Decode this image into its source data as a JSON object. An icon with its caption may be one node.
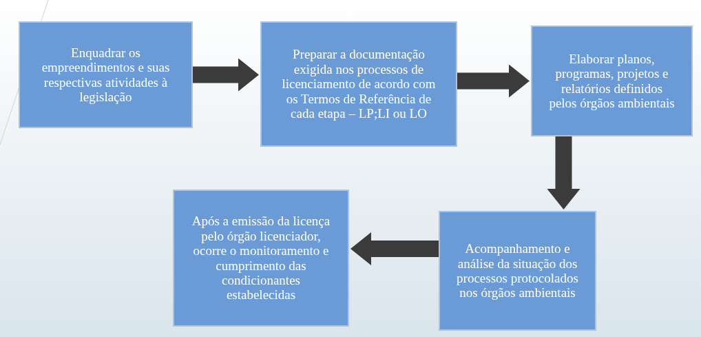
{
  "diagram": {
    "nodes": [
      {
        "text": [
          "Enquadrar os empreendimentos e suas respectivas atividades à legislação"
        ]
      },
      {
        "text": [
          "Preparar a documentação exigida nos processos de licenciamento de acordo com os Termos de Referência de cada etapa – LP;LI ou LO"
        ]
      },
      {
        "text": [
          "Elaborar planos, programas, projetos e relatórios definidos pelos órgãos ambientais"
        ]
      },
      {
        "text": [
          "Acompanhamento e análise da situação dos processos protocolados nos órgãos ambientais"
        ]
      },
      {
        "text": [
          "Após a emissão da licença pelo órgão licenciador, ocorre o monitoramento e cumprimento das condicionantes estabelecidas"
        ]
      }
    ],
    "edges": [
      {
        "from": 0,
        "to": 1,
        "arrow": "to"
      },
      {
        "from": 1,
        "to": 2,
        "arrow": "to"
      },
      {
        "from": 2,
        "to": 3,
        "arrow": "to"
      },
      {
        "from": 3,
        "to": 4,
        "arrow": "to"
      }
    ]
  }
}
